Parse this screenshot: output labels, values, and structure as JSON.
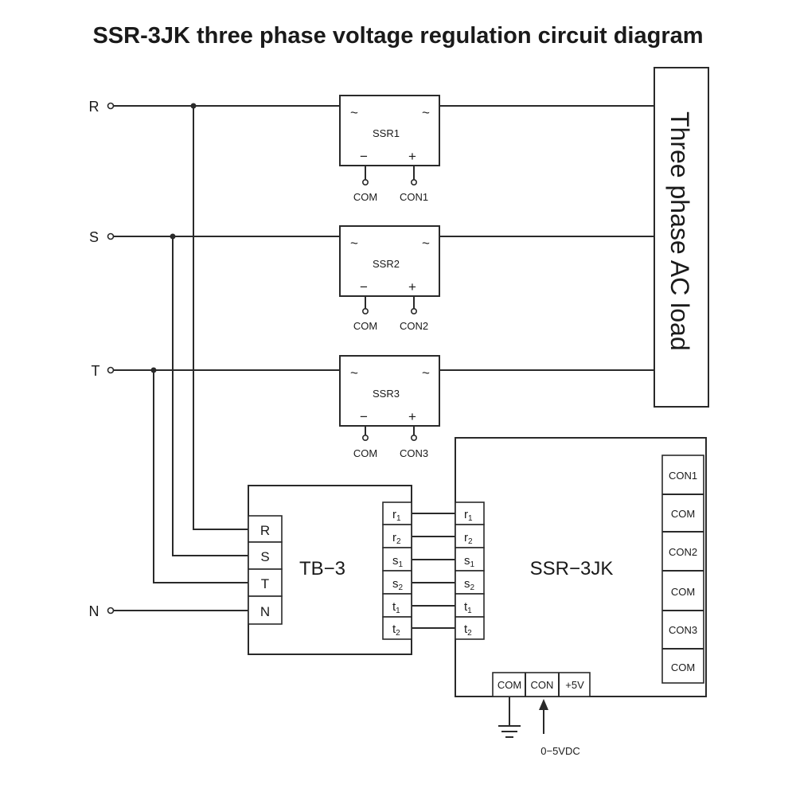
{
  "title": "SSR-3JK three phase voltage regulation circuit diagram",
  "phases": [
    {
      "label": "R"
    },
    {
      "label": "S"
    },
    {
      "label": "T"
    },
    {
      "label": "N"
    }
  ],
  "ssr_modules": [
    {
      "name": "SSR1",
      "ac_left": "~",
      "ac_right": "~",
      "minus": "−",
      "plus": "+",
      "pin_com": "COM",
      "pin_con": "CON1"
    },
    {
      "name": "SSR2",
      "ac_left": "~",
      "ac_right": "~",
      "minus": "−",
      "plus": "+",
      "pin_com": "COM",
      "pin_con": "CON2"
    },
    {
      "name": "SSR3",
      "ac_left": "~",
      "ac_right": "~",
      "minus": "−",
      "plus": "+",
      "pin_com": "COM",
      "pin_con": "CON3"
    }
  ],
  "load": {
    "label": "Three phase AC load"
  },
  "tb3": {
    "name": "TB−3",
    "inputs": [
      "R",
      "S",
      "T",
      "N"
    ],
    "outputs": [
      {
        "base": "r",
        "sub": "1"
      },
      {
        "base": "r",
        "sub": "2"
      },
      {
        "base": "s",
        "sub": "1"
      },
      {
        "base": "s",
        "sub": "2"
      },
      {
        "base": "t",
        "sub": "1"
      },
      {
        "base": "t",
        "sub": "2"
      }
    ]
  },
  "ssr3jk": {
    "name": "SSR−3JK",
    "inputs": [
      {
        "base": "r",
        "sub": "1"
      },
      {
        "base": "r",
        "sub": "2"
      },
      {
        "base": "s",
        "sub": "1"
      },
      {
        "base": "s",
        "sub": "2"
      },
      {
        "base": "t",
        "sub": "1"
      },
      {
        "base": "t",
        "sub": "2"
      }
    ],
    "right_terminals": [
      "CON1",
      "COM",
      "CON2",
      "COM",
      "CON3",
      "COM"
    ],
    "bottom_terminals": [
      "COM",
      "CON",
      "+5V"
    ]
  },
  "control_input": {
    "label": "0−5VDC"
  }
}
